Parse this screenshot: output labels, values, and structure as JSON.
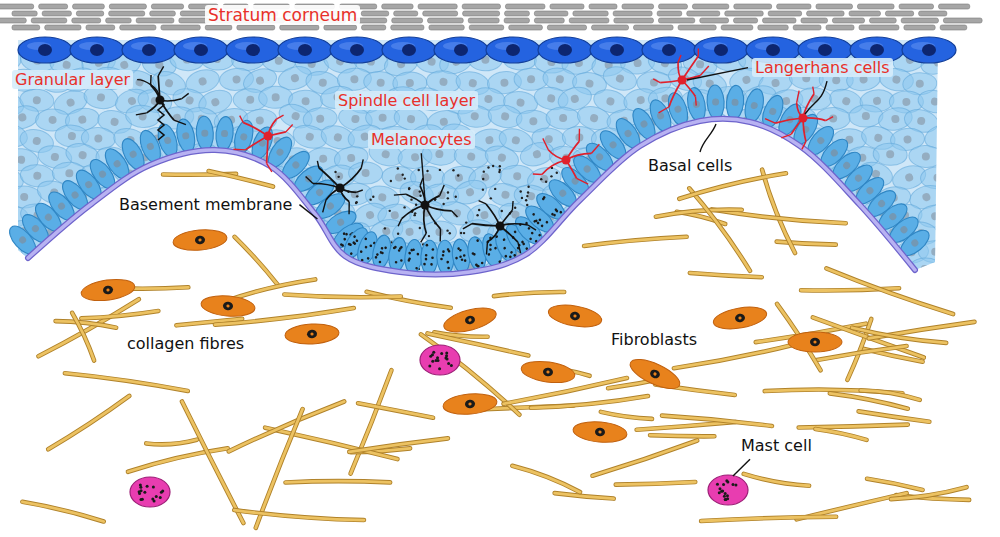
{
  "diagram": {
    "labels": [
      "Stratum corneum",
      "Granular layer",
      "Spindle cell layer",
      "Melanocytes",
      "Langerhans cells",
      "Basal cells",
      "Basement membrane",
      "collagen fibres",
      "Fibroblasts",
      "Mast cell"
    ]
  }
}
